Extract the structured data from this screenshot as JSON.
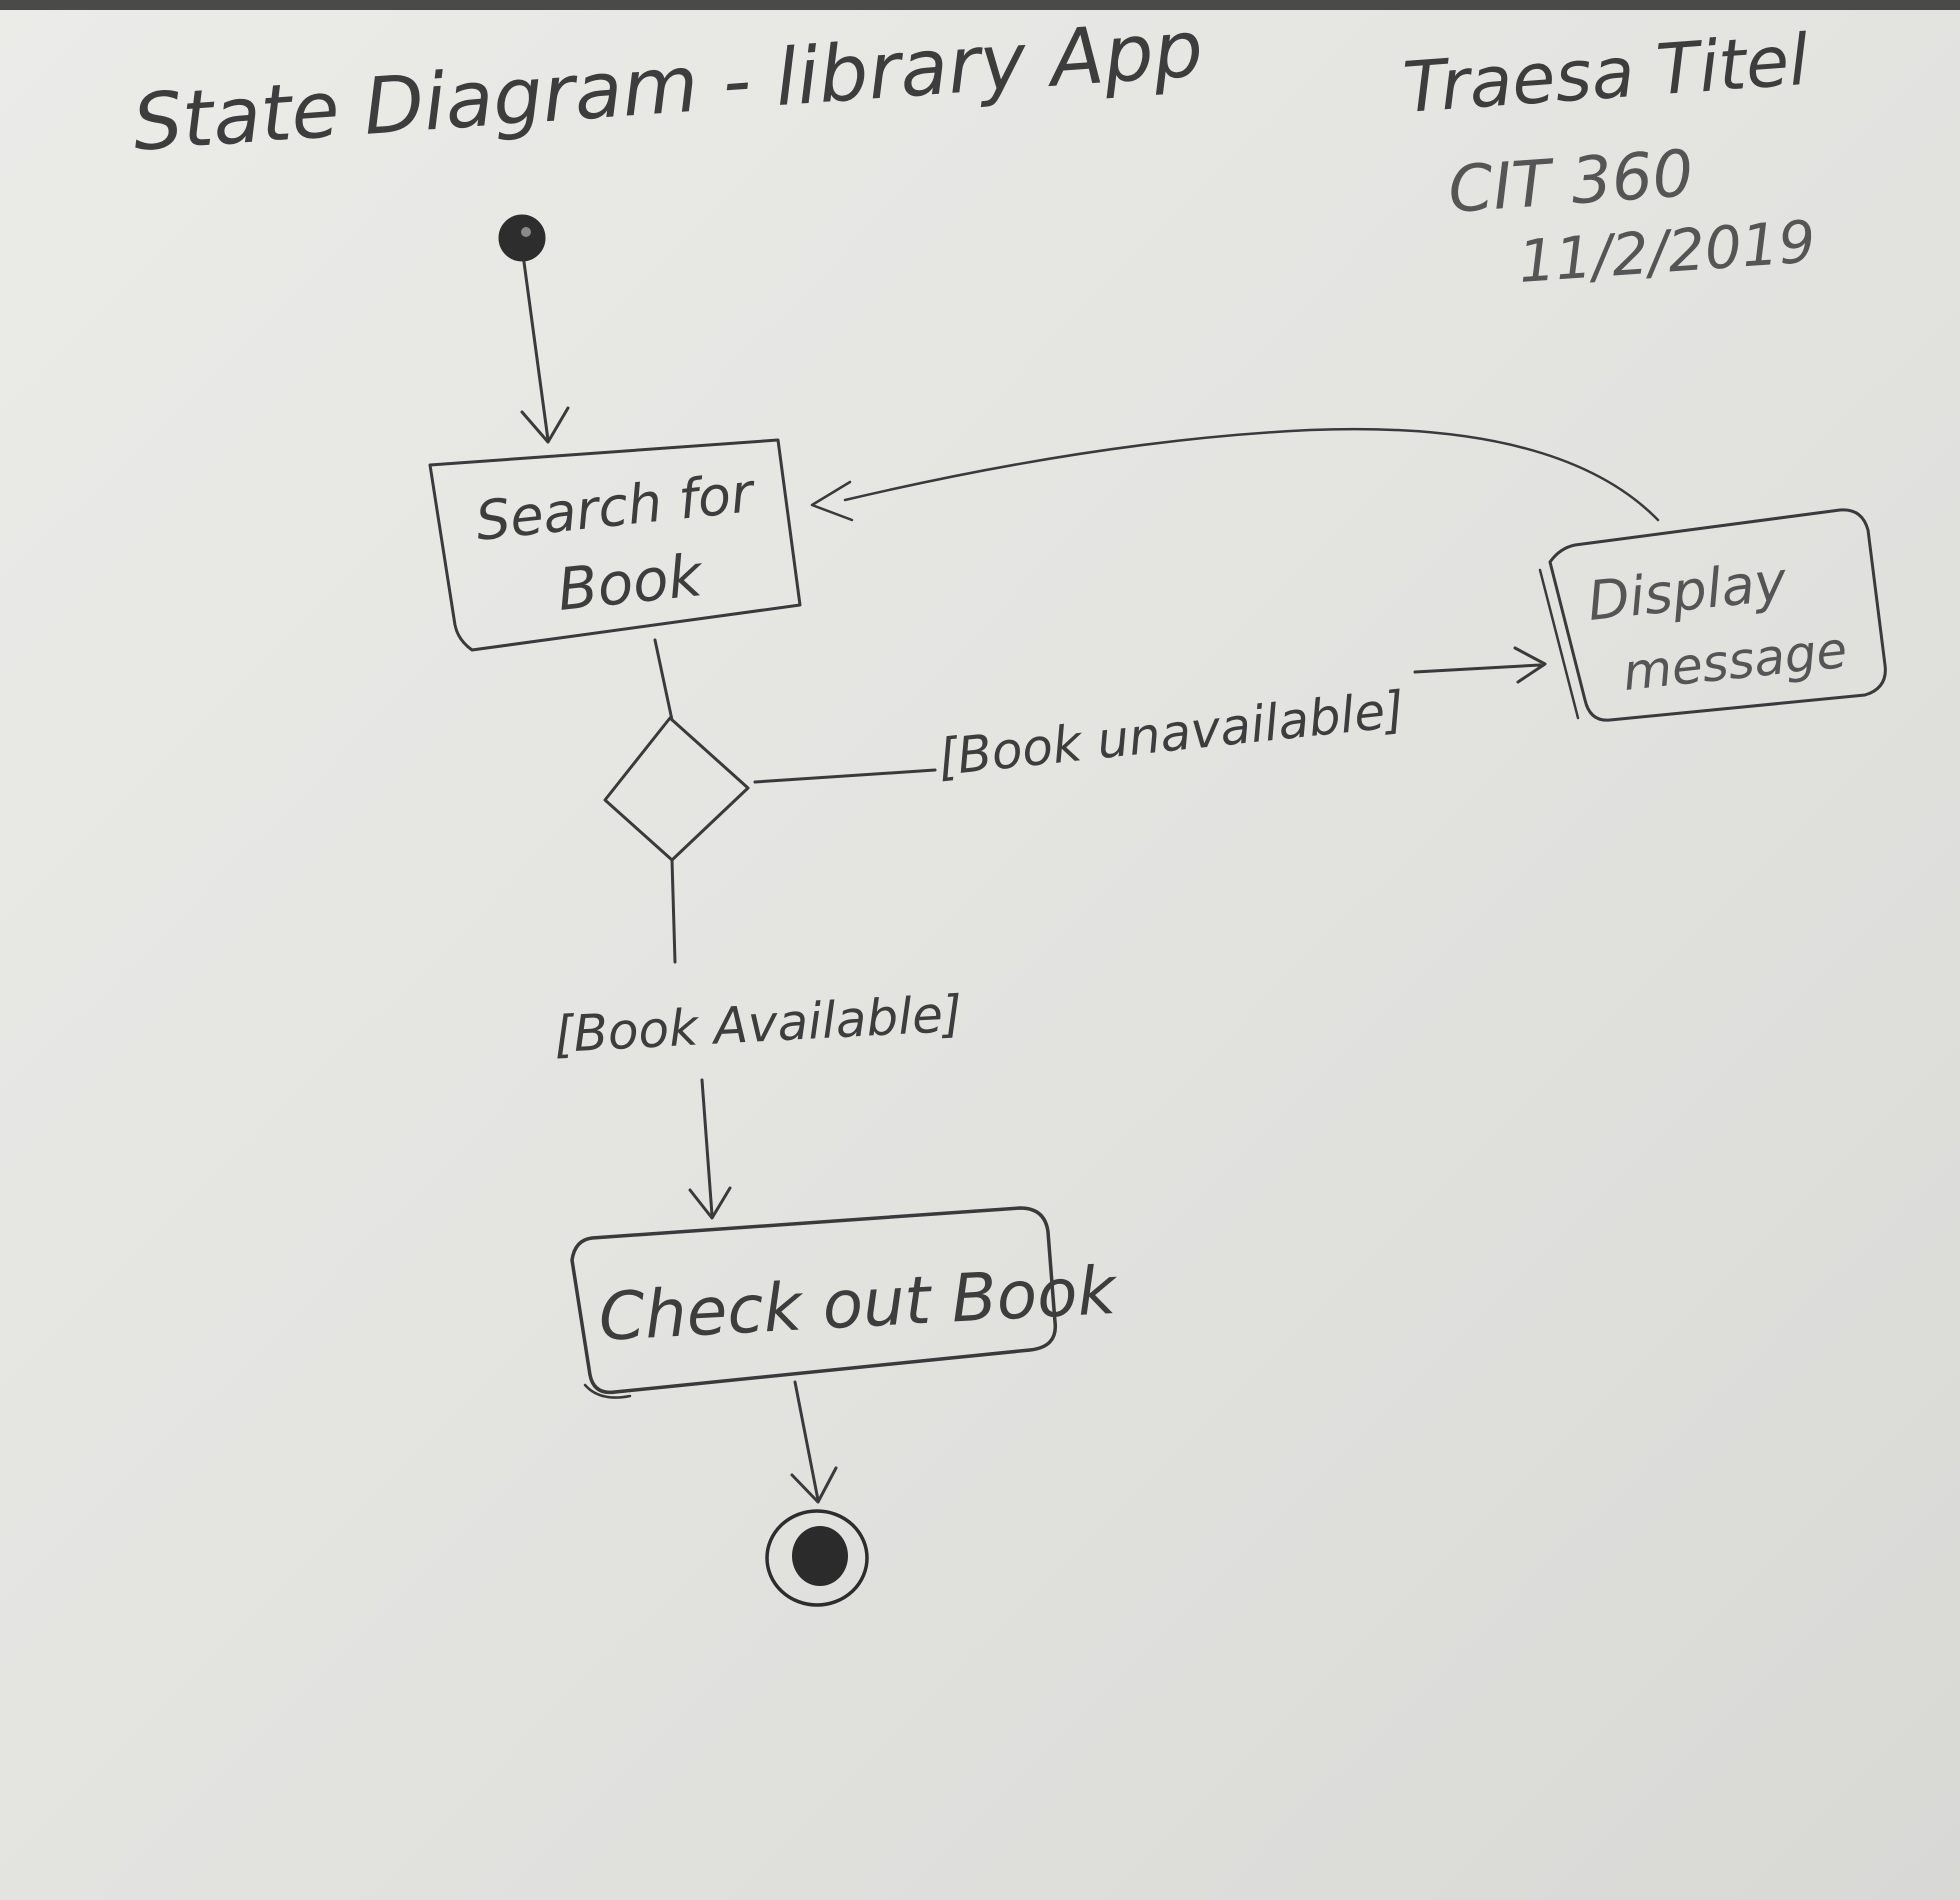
{
  "header": {
    "title": "State Diagram - library App",
    "author": "Traesa Titel",
    "course": "CIT 360",
    "date": "11/2/2019"
  },
  "states": {
    "search": {
      "line1": "Search for",
      "line2": "Book"
    },
    "display": {
      "line1": "Display",
      "line2": "message"
    },
    "checkout": {
      "label": "Check out Book"
    }
  },
  "guards": {
    "unavailable": "[Book unavailable]",
    "available": "[Book Available]"
  },
  "colors": {
    "ink": "#3a3a3a",
    "paper": "#e6e6e3"
  }
}
